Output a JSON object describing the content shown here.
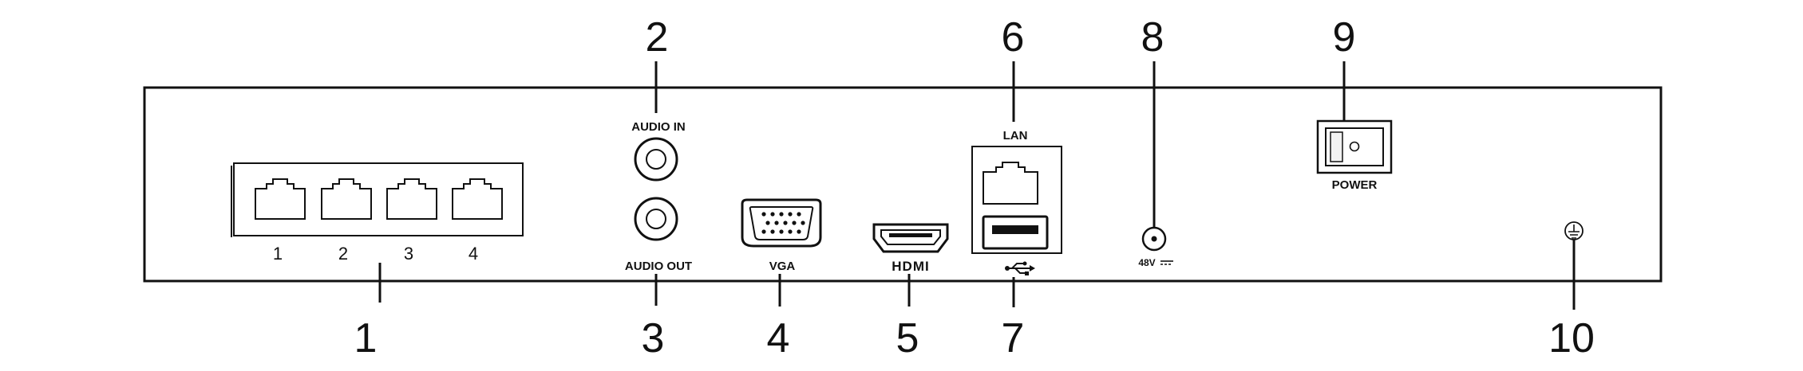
{
  "callouts": [
    "1",
    "2",
    "3",
    "4",
    "5",
    "6",
    "7",
    "8",
    "9",
    "10"
  ],
  "labels": {
    "audio_in": "AUDIO IN",
    "audio_out": "AUDIO OUT",
    "vga": "VGA",
    "hdmi": "HDMI",
    "lan": "LAN",
    "power_voltage": "48V",
    "power": "POWER"
  },
  "poe_ports": [
    "1",
    "2",
    "3",
    "4"
  ],
  "icons": [
    "rj45-port-icon",
    "rca-jack-icon",
    "vga-port-icon",
    "hdmi-port-icon",
    "usb-symbol-icon",
    "dc-jack-icon",
    "rocker-switch-icon",
    "ground-symbol-icon"
  ]
}
